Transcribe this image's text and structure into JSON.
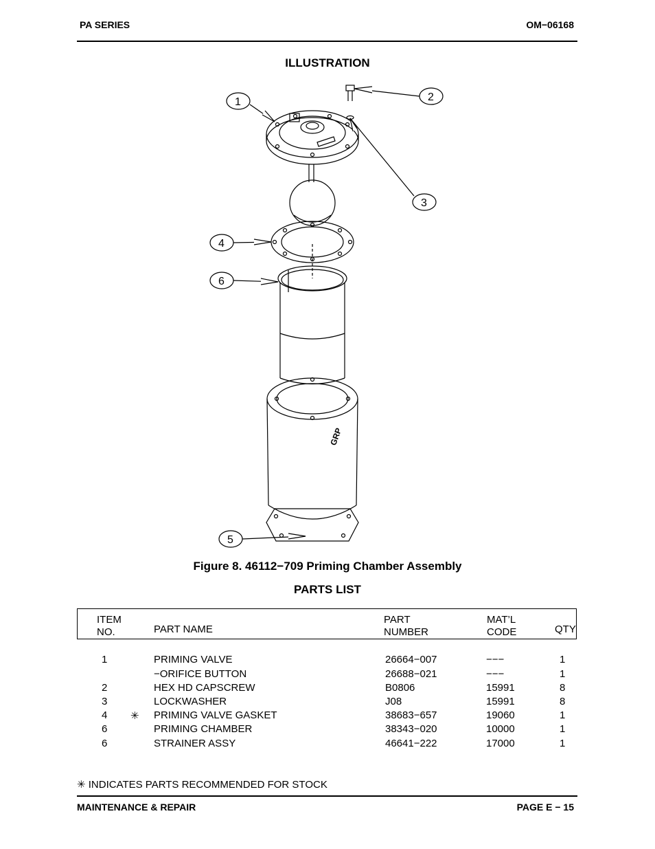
{
  "header": {
    "series": "PA SERIES",
    "doc_number": "OM−06168"
  },
  "illustration_title": "ILLUSTRATION",
  "figure_caption": "Figure 8. 46112−709 Priming Chamber Assembly",
  "callouts": [
    "1",
    "2",
    "3",
    "4",
    "5",
    "6"
  ],
  "parts_list_title": "PARTS LIST",
  "table": {
    "headers": {
      "item_1": "ITEM",
      "item_2": "NO.",
      "part_name": "PART NAME",
      "part_number_1": "PART",
      "part_number_2": "NUMBER",
      "matl_1": "MAT’L",
      "matl_2": "CODE",
      "qty": "QTY"
    },
    "rows": [
      {
        "item": "1",
        "star": "",
        "name": "PRIMING VALVE",
        "part_number": "26664−007",
        "matl": "−−−",
        "qty": "1"
      },
      {
        "item": "",
        "star": "",
        "name": "−ORIFICE BUTTON",
        "part_number": "26688−021",
        "matl": "−−−",
        "qty": "1"
      },
      {
        "item": "2",
        "star": "",
        "name": "HEX HD CAPSCREW",
        "part_number": "B0806",
        "matl": "15991",
        "qty": "8"
      },
      {
        "item": "3",
        "star": "",
        "name": "LOCKWASHER",
        "part_number": "J08",
        "matl": "15991",
        "qty": "8"
      },
      {
        "item": "4",
        "star": "✳",
        "name": "PRIMING VALVE GASKET",
        "part_number": "38683−657",
        "matl": "19060",
        "qty": "1"
      },
      {
        "item": "6",
        "star": "",
        "name": "PRIMING CHAMBER",
        "part_number": "38343−020",
        "matl": "10000",
        "qty": "1"
      },
      {
        "item": "6",
        "star": "",
        "name": "STRAINER ASSY",
        "part_number": "46641−222",
        "matl": "17000",
        "qty": "1"
      }
    ]
  },
  "footnote": "✳ INDICATES PARTS RECOMMENDED FOR STOCK",
  "footer": {
    "section": "MAINTENANCE & REPAIR",
    "page": "PAGE E − 15"
  }
}
